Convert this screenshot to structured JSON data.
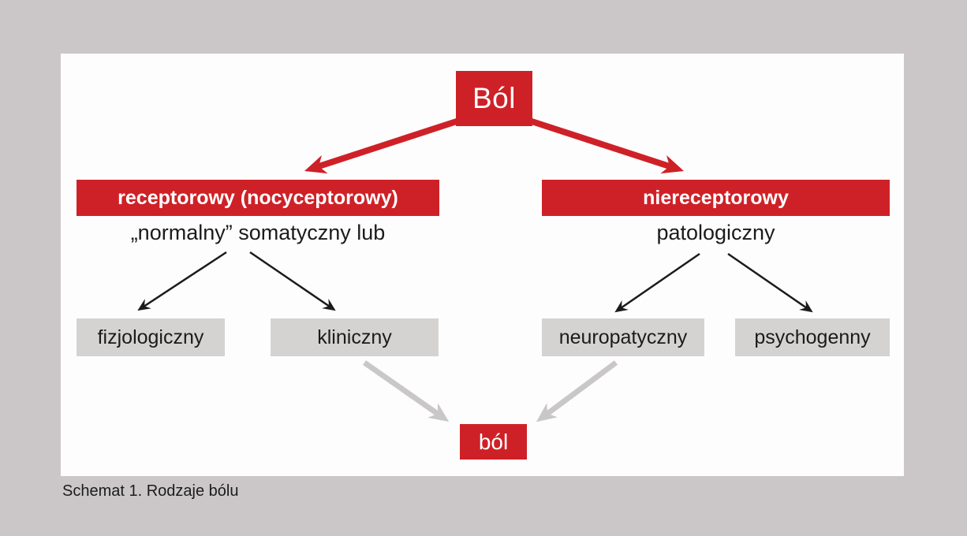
{
  "caption": {
    "text": "Schemat 1. Rodzaje bólu"
  },
  "colors": {
    "accent_red": "#ce2127",
    "gray_box": "#d5d2d2",
    "background": "#cbc7c9",
    "panel": "#fefdfe",
    "black_arrow": "#1b1b1b",
    "gray_arrow": "#c9c7c7"
  },
  "diagram": {
    "root": {
      "label": "Ból"
    },
    "branches": [
      {
        "label": "receptorowy (nocyceptorowy)",
        "sublabel": "„normalny” somatyczny lub",
        "children": [
          "fizjologiczny",
          "kliniczny"
        ]
      },
      {
        "label": "niereceptorowy",
        "sublabel": "patologiczny",
        "children": [
          "neuropatyczny",
          "psychogenny"
        ]
      }
    ],
    "leaves": [
      {
        "label": "fizjologiczny"
      },
      {
        "label": "kliniczny"
      },
      {
        "label": "neuropatyczny"
      },
      {
        "label": "psychogenny"
      }
    ],
    "sink": {
      "label": "ból"
    },
    "edges": [
      {
        "from": "Ból",
        "to": "receptorowy (nocyceptorowy)",
        "style": "red-thick"
      },
      {
        "from": "Ból",
        "to": "niereceptorowy",
        "style": "red-thick"
      },
      {
        "from": "receptorowy (nocyceptorowy)",
        "to": "fizjologiczny",
        "style": "black-thin"
      },
      {
        "from": "receptorowy (nocyceptorowy)",
        "to": "kliniczny",
        "style": "black-thin"
      },
      {
        "from": "niereceptorowy",
        "to": "neuropatyczny",
        "style": "black-thin"
      },
      {
        "from": "niereceptorowy",
        "to": "psychogenny",
        "style": "black-thin"
      },
      {
        "from": "kliniczny",
        "to": "ból",
        "style": "gray-thick"
      },
      {
        "from": "neuropatyczny",
        "to": "ból",
        "style": "gray-thick"
      }
    ]
  }
}
